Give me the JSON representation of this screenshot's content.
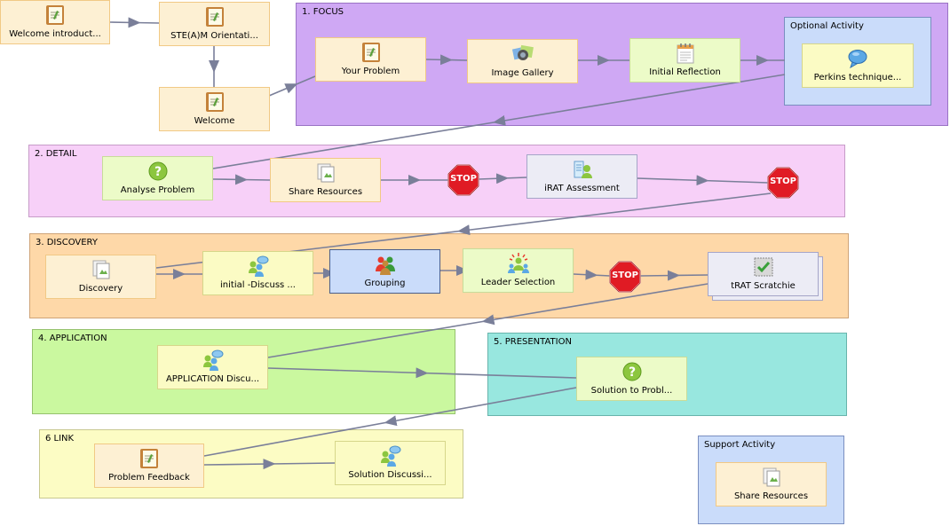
{
  "colors": {
    "focus": "#cfa8f4",
    "detail": "#f7d0f8",
    "discovery": "#fed8a8",
    "application": "#caf89f",
    "presentation": "#98e7df",
    "link": "#fcfcc4",
    "optional": "#cadcfa",
    "support": "#cadcfa",
    "activity": "#fdf0d3",
    "activity_green": "#ecfbc8",
    "activity_blue": "#cadcfa",
    "activity_lavender": "#ececf5",
    "activity_yellow": "#fbfbc4",
    "arrow": "#7a7f99",
    "stop": "#e01b24"
  },
  "groups": {
    "focus": "1. FOCUS",
    "detail": "2. DETAIL",
    "discovery": "3. DISCOVERY",
    "application": "4. APPLICATION",
    "presentation": "5. PRESENTATION",
    "link": "6 LINK",
    "optional": "Optional Activity",
    "support": "Support Activity"
  },
  "activities": {
    "welcome_intro": {
      "label": "Welcome introduct...",
      "icon": "notebook-icon"
    },
    "steam_orientation": {
      "label": "STE(A)M Orientati...",
      "icon": "notebook-icon"
    },
    "welcome": {
      "label": "Welcome",
      "icon": "notebook-icon"
    },
    "your_problem": {
      "label": "Your Problem",
      "icon": "notebook-icon"
    },
    "image_gallery": {
      "label": "Image Gallery",
      "icon": "image-gallery-icon"
    },
    "initial_reflection": {
      "label": "Initial Reflection",
      "icon": "notepad-icon"
    },
    "perkins": {
      "label": "Perkins technique...",
      "icon": "speech-bubble-icon"
    },
    "analyse_problem": {
      "label": "Analyse Problem",
      "icon": "question-icon"
    },
    "share_resources": {
      "label": "Share Resources",
      "icon": "shared-documents-icon"
    },
    "irat": {
      "label": "iRAT Assessment",
      "icon": "assessment-icon"
    },
    "discovery": {
      "label": "Discovery",
      "icon": "shared-documents-icon"
    },
    "initial_discuss": {
      "label": "initial -Discuss ...",
      "icon": "discussion-icon"
    },
    "grouping": {
      "label": "Grouping",
      "icon": "grouping-icon"
    },
    "leader_selection": {
      "label": "Leader Selection",
      "icon": "leader-icon"
    },
    "trat": {
      "label": "tRAT Scratchie",
      "icon": "scratchie-icon"
    },
    "application_discussion": {
      "label": "APPLICATION Discu...",
      "icon": "discussion-icon"
    },
    "solution_problem": {
      "label": "Solution to Probl...",
      "icon": "question-icon"
    },
    "problem_feedback": {
      "label": "Problem Feedback",
      "icon": "notebook-icon"
    },
    "solution_discussion": {
      "label": "Solution Discussi...",
      "icon": "discussion-icon"
    },
    "support_share": {
      "label": "Share Resources",
      "icon": "shared-documents-icon"
    }
  },
  "stop_gates": {
    "label": "STOP"
  }
}
